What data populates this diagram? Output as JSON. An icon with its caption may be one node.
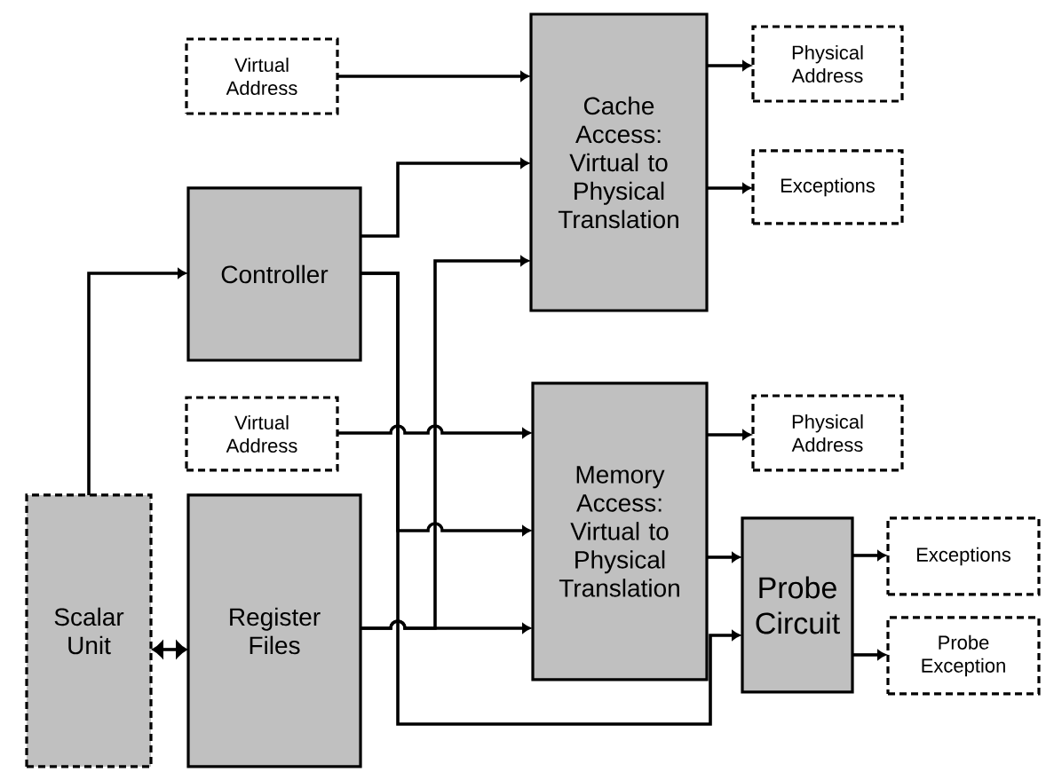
{
  "diagram": {
    "nodes": [
      {
        "text": [
          "Virtual Address"
        ]
      },
      {
        "text": [
          "Cache Access: Virtual to Physical Translation"
        ]
      },
      {
        "text": [
          "Physical Address"
        ]
      },
      {
        "text": [
          "Exceptions"
        ]
      },
      {
        "text": [
          "Controller"
        ]
      },
      {
        "text": [
          "Virtual Address"
        ]
      },
      {
        "text": [
          "Memory Access: Virtual to Physical Translation"
        ]
      },
      {
        "text": [
          "Physical Address"
        ]
      },
      {
        "text": [
          "Probe Circuit"
        ]
      },
      {
        "text": [
          "Exceptions"
        ]
      },
      {
        "text": [
          "Probe Exception"
        ]
      },
      {
        "text": [
          "Scalar Unit"
        ]
      },
      {
        "text": [
          "Register Files"
        ]
      }
    ],
    "edges": [
      {
        "from": 0,
        "to": 1,
        "arrow": "to"
      },
      {
        "from": 4,
        "to": 1,
        "arrow": "to"
      },
      {
        "from": 1,
        "to": 2,
        "arrow": "to"
      },
      {
        "from": 1,
        "to": 3,
        "arrow": "to"
      },
      {
        "from": 11,
        "to": 4,
        "arrow": "to"
      },
      {
        "from": 4,
        "to": 6,
        "arrow": "to"
      },
      {
        "from": 4,
        "to": 8,
        "arrow": "to"
      },
      {
        "from": 12,
        "to": 1,
        "arrow": "to"
      },
      {
        "from": 5,
        "to": 6,
        "arrow": "to"
      },
      {
        "from": 12,
        "to": 6,
        "arrow": "to"
      },
      {
        "from": 6,
        "to": 7,
        "arrow": "to"
      },
      {
        "from": 6,
        "to": 8,
        "arrow": "to"
      },
      {
        "from": 8,
        "to": 9,
        "arrow": "to"
      },
      {
        "from": 8,
        "to": 10,
        "arrow": "to"
      },
      {
        "from": 11,
        "to": 12,
        "arrow": "both"
      }
    ]
  }
}
